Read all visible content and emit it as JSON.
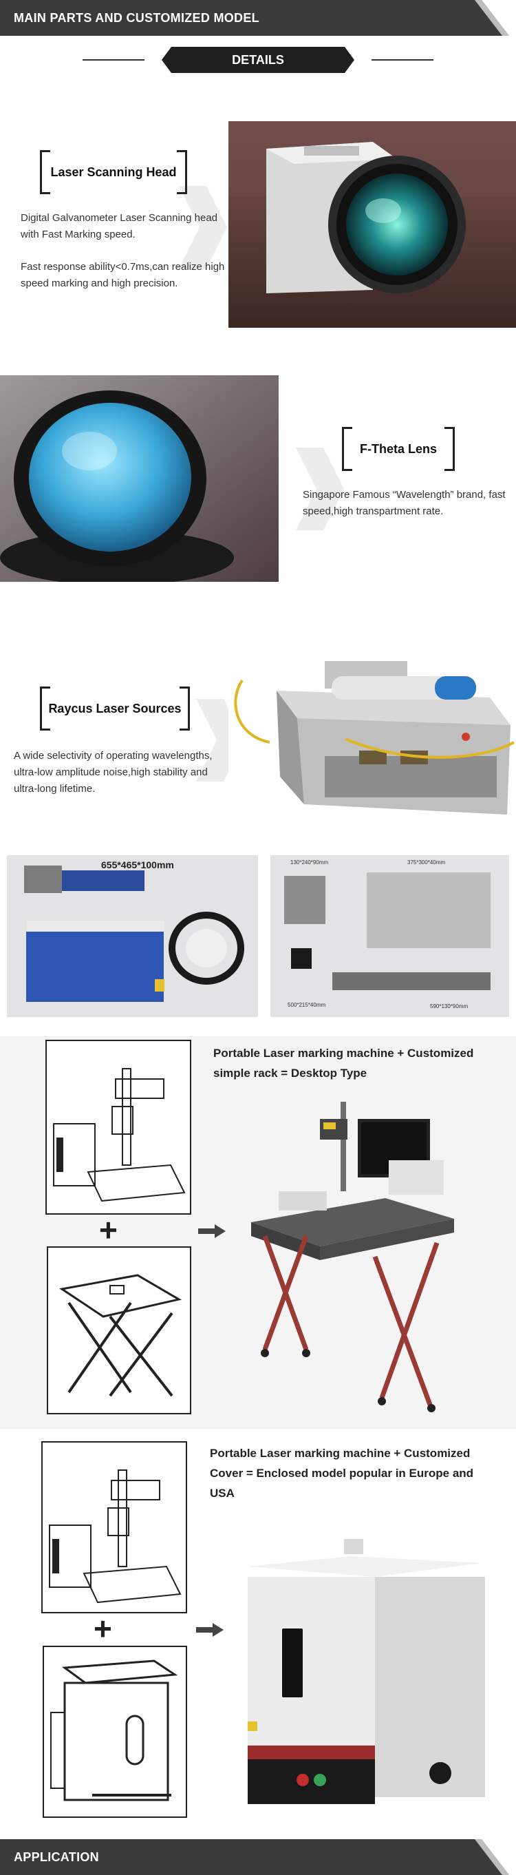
{
  "header_top": {
    "title": "MAIN PARTS AND CUSTOMIZED MODEL"
  },
  "details": {
    "label": "DETAILS"
  },
  "scanning_head": {
    "title": "Laser Scanning Head",
    "para1": "Digital Galvanometer Laser Scanning head with Fast Marking speed.",
    "para2": "Fast response ability<0.7ms,can realize high speed marking and high precision."
  },
  "ftheta": {
    "title": "F-Theta Lens",
    "para1": "Singapore Famous “Wavelength” brand, fast speed,high transpartment rate."
  },
  "raycus": {
    "title": "Raycus Laser Sources",
    "para1": "A wide selectivity of operating wavelengths, ultra-low amplitude noise,high stability and ultra-long lifetime."
  },
  "packing": {
    "left_dim": "655*465*100mm",
    "right_dims": [
      "130*240*90mm",
      "375*300*40mm",
      "500*215*40mm",
      "590*130*90mm"
    ]
  },
  "desktop_type": {
    "caption": "Portable Laser marking machine + Customized simple rack = Desktop Type"
  },
  "enclosed_type": {
    "caption": "Portable Laser marking machine + Customized Cover = Enclosed model popular in Europe and USA"
  },
  "header_bottom": {
    "title": "APPLICATION"
  },
  "colors": {
    "header": "#3a3a3a",
    "accent_red": "#9a3a34",
    "lens_blue": "#3aa7d8"
  }
}
